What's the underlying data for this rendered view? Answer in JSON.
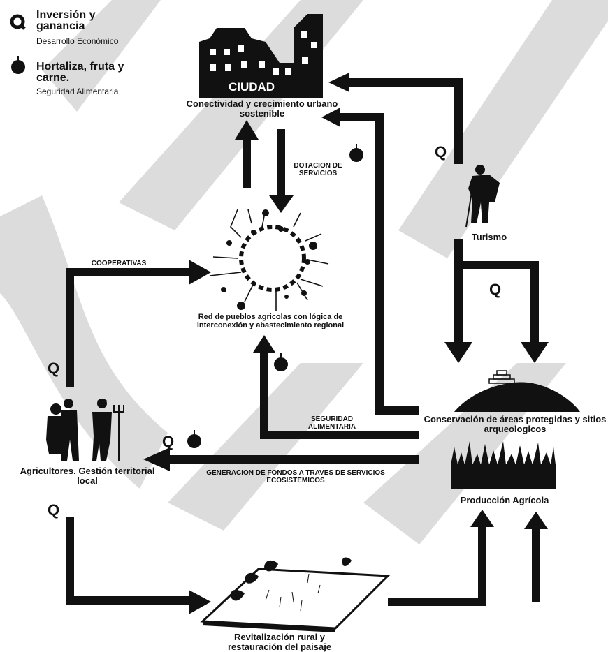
{
  "legend": {
    "q_symbol": "Q",
    "q_title": "Inversión y ganancia",
    "q_sub": "Desarrollo Económico",
    "food_icon": "apple-icon",
    "food_title": "Hortaliza, fruta y carne.",
    "food_sub": "Seguridad Alimentaria"
  },
  "nodes": {
    "city_sign": "CIUDAD",
    "city": "Conectividad y crecimiento urbano sostenible",
    "villages": "Red de pueblos agricolas con lógica de interconexión y abastecimiento regional",
    "tourism": "Turismo",
    "conservation": "Conservación de áreas protegidas y sitios arqueologicos",
    "production": "Producción Agrícola",
    "farmers": "Agricultores. Gestión territorial local",
    "rural": "Revitalización rural y restauración del paisaje"
  },
  "flows": {
    "services": "DOTACION DE SERVICIOS",
    "cooperatives": "COOPERATIVAS",
    "food_security": "SEGURIDAD ALIMENTARIA",
    "funds": "GENERACION DE FONDOS A TRAVES DE SERVICIOS ECOSISTEMICOS",
    "q_label": "Q"
  },
  "colors": {
    "ink": "#111111",
    "watermark": "#d6d6d6",
    "background": "#ffffff"
  }
}
